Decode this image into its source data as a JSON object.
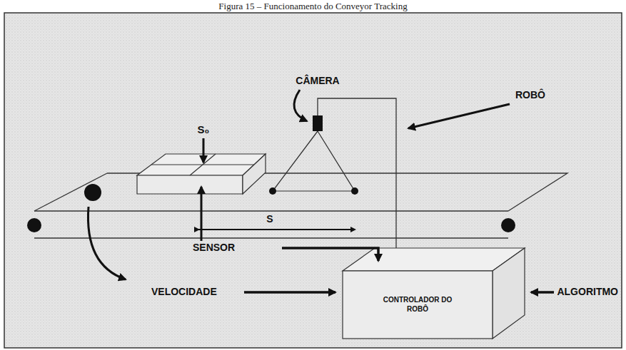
{
  "diagram": {
    "title": "Figura 15 – Funcionamento do Conveyor Tracking",
    "nodes": [
      {
        "text": [
          "CONTROLADOR DO ROBÔ"
        ]
      }
    ],
    "labels": [
      "CÂMERA",
      "ROBÔ",
      "S₀",
      "S",
      "SENSOR",
      "VELOCIDADE",
      "ALGORITMO"
    ]
  }
}
